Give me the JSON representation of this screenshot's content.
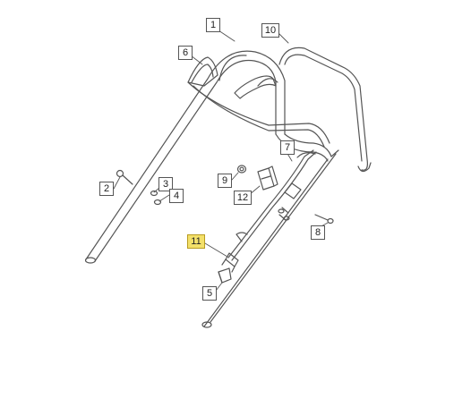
{
  "callouts": [
    {
      "id": "c1",
      "text": "1"
    },
    {
      "id": "c10",
      "text": "10"
    },
    {
      "id": "c6",
      "text": "6"
    },
    {
      "id": "c7",
      "text": "7"
    },
    {
      "id": "c9",
      "text": "9"
    },
    {
      "id": "c12",
      "text": "12"
    },
    {
      "id": "c2",
      "text": "2"
    },
    {
      "id": "c3",
      "text": "3"
    },
    {
      "id": "c4",
      "text": "4"
    },
    {
      "id": "c8",
      "text": "8"
    },
    {
      "id": "c11",
      "text": "11",
      "highlighted": true
    },
    {
      "id": "c5",
      "text": "5"
    }
  ],
  "colors": {
    "line": "#555555",
    "highlight": "#f3e06a"
  }
}
